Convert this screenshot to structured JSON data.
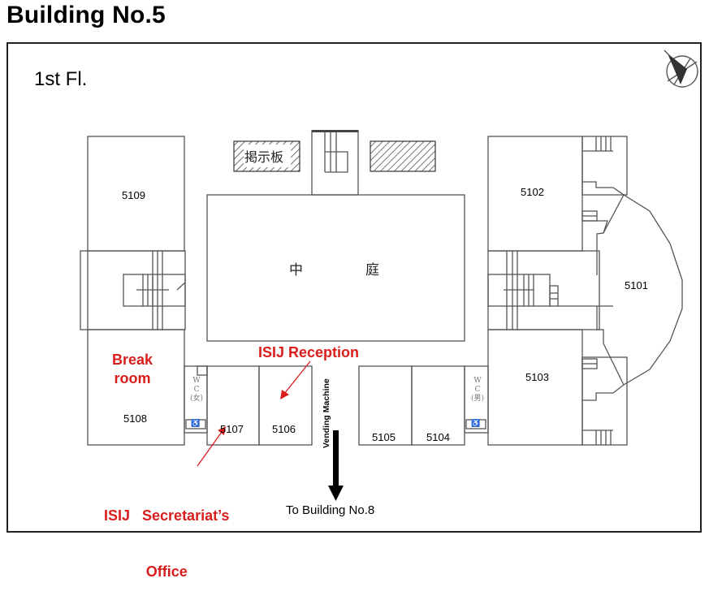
{
  "header": {
    "title": "Building No.5"
  },
  "floor_label": "1st Fl.",
  "compass": {
    "icon": "north-arrow-compass"
  },
  "rooms": {
    "r5101": "5101",
    "r5102": "5102",
    "r5103": "5103",
    "r5104": "5104",
    "r5105": "5105",
    "r5106": "5106",
    "r5107": "5107",
    "r5108": "5108",
    "r5109": "5109"
  },
  "courtyard": {
    "char1": "中",
    "char2": "庭"
  },
  "bulletin_board": "掲示板",
  "restrooms": {
    "left": {
      "line1": "W",
      "line2": "C",
      "line3": "(女)"
    },
    "right": {
      "line1": "W",
      "line2": "C",
      "line3": "(男)"
    },
    "accessible_icon": "♿"
  },
  "annotations": {
    "break_room": [
      "Break",
      "room"
    ],
    "isij_reception": "ISIJ Reception",
    "secretariat": [
      "ISIJ   Secretariat’s",
      "Office"
    ],
    "accent_color": "#d91c1c"
  },
  "vending_machine": "Vending Machine",
  "exit": {
    "label": "To Building No.8",
    "icon": "arrow-down"
  }
}
